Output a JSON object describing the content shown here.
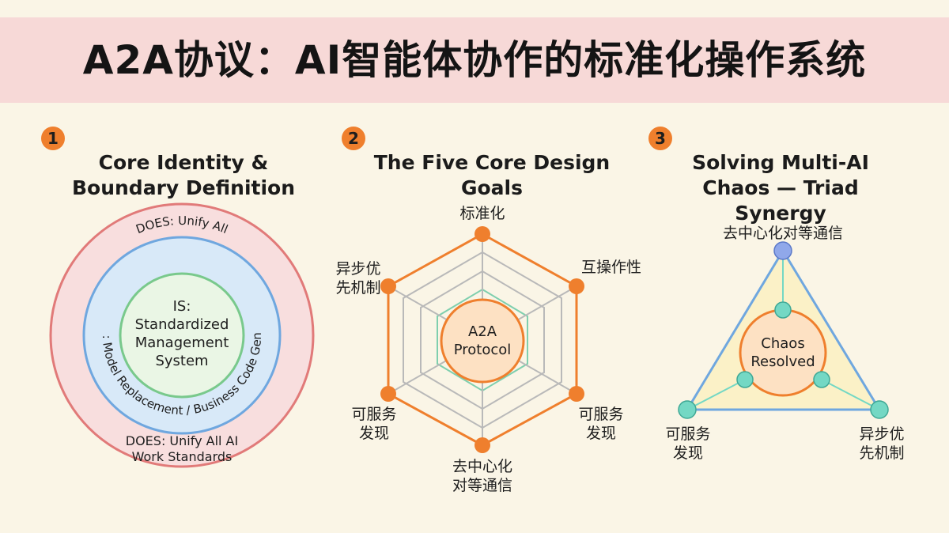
{
  "title": "A2A协议：AI智能体协作的标准化操作系统",
  "colors": {
    "background": "#faf5e6",
    "title_band": "#f7d9d7",
    "accent_orange": "#ef7f2d",
    "ring_red": "#e17a79",
    "ring_blue": "#6fa7df",
    "ring_green": "#79c98c",
    "node_teal": "#74d8c4",
    "node_blue": "#90a8ea"
  },
  "sections": [
    {
      "number": "1",
      "title": "Core Identity & Boundary Definition",
      "outer_ring": "DOES: Unify All",
      "middle_ring": "IS NOT: Model Replacement / Business Code Generator",
      "bottom_ring": "DOES: Unify All AI Work Standards",
      "core": "IS: Standardized Management System"
    },
    {
      "number": "2",
      "title": "The Five Core Design Goals",
      "center": "A2A Protocol",
      "goals": [
        "标准化",
        "互操作性",
        "可服务发现",
        "去中心化对等通信",
        "可服务发现",
        "异步优先机制"
      ]
    },
    {
      "number": "3",
      "title": "Solving Multi-AI Chaos — Triad Synergy",
      "center": "Chaos Resolved",
      "vertices": [
        "去中心化对等通信",
        "可服务发现",
        "异步优先机制"
      ]
    }
  ]
}
